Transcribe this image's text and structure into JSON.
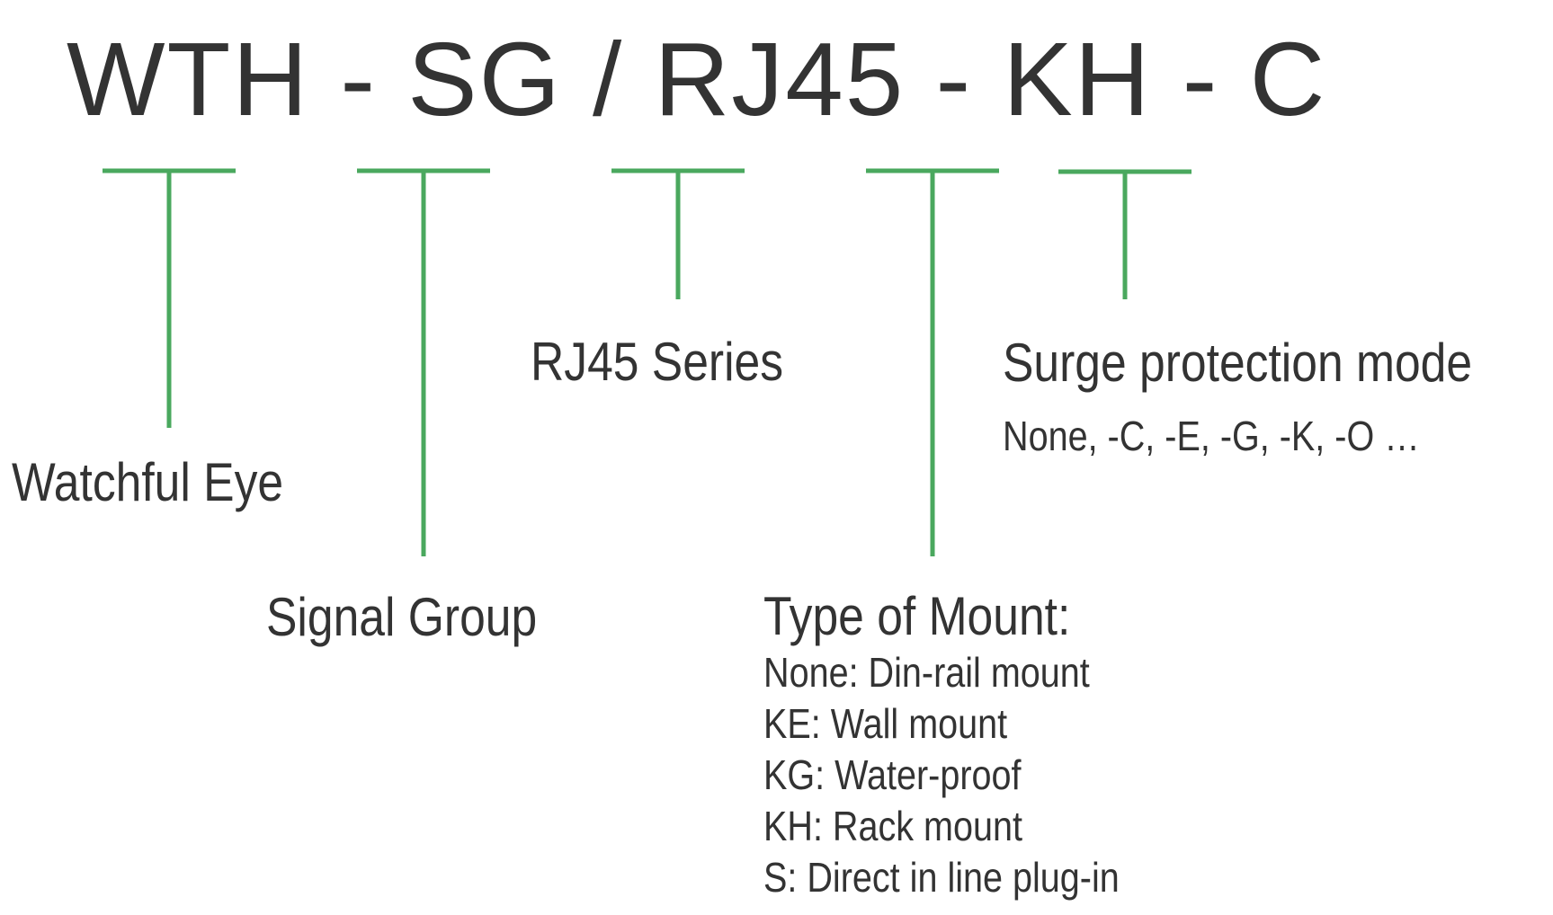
{
  "model_code": "WTH - SG / RJ45 - KH - C",
  "colors": {
    "connector": "#4aa85e",
    "text": "#333333"
  },
  "labels": {
    "watchful_eye": "Watchful Eye",
    "signal_group": "Signal Group",
    "rj45_series": "RJ45 Series",
    "surge_title": "Surge protection mode",
    "surge_options": "None, -C, -E, -G, -K, -O …",
    "mount_title": "Type of Mount:",
    "mount_options": [
      "None: Din-rail mount",
      "KE: Wall mount",
      "KG: Water-proof",
      "KH: Rack mount",
      "S: Direct in line plug-in"
    ]
  }
}
